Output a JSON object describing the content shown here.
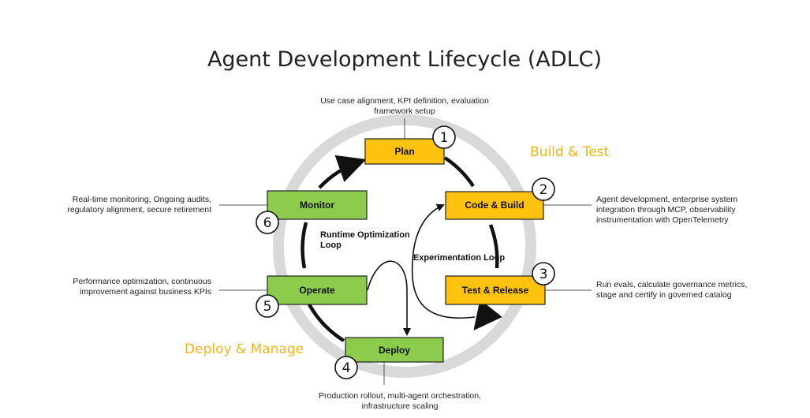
{
  "title": "Agent Development Lifecycle (ADLC)",
  "colors": {
    "build_fill": "#FFC20E",
    "deploy_fill": "#8DCB4C",
    "box_stroke": "#222222",
    "phase_text": "#F2B516",
    "ring_gray": "#D9D9D9"
  },
  "phases": {
    "build_test": "Build & Test",
    "deploy_manage": "Deploy & Manage"
  },
  "loops": {
    "runtime": [
      "Runtime Optimization",
      "Loop"
    ],
    "experimentation": "Experimentation Loop"
  },
  "stages": [
    {
      "number": "1",
      "label": "Plan",
      "description": [
        "Use case alignment, KPI definition, evaluation",
        "framework setup"
      ]
    },
    {
      "number": "2",
      "label": "Code & Build",
      "description": [
        "Agent development, enterprise system",
        "integration through MCP, observability",
        "instrumentation with OpenTelemetry"
      ]
    },
    {
      "number": "3",
      "label": "Test & Release",
      "description": [
        "Run evals, calculate governance metrics,",
        "stage and certify in governed catalog"
      ]
    },
    {
      "number": "4",
      "label": "Deploy",
      "description": [
        "Production rollout, multi-agent orchestration,",
        "infrastructure scaling"
      ]
    },
    {
      "number": "5",
      "label": "Operate",
      "description": [
        "Performance optimization, continuous",
        "improvement against business KPIs"
      ]
    },
    {
      "number": "6",
      "label": "Monitor",
      "description": [
        "Real-time monitoring, Ongoing audits,",
        "regulatory alignment, secure retirement"
      ]
    }
  ]
}
